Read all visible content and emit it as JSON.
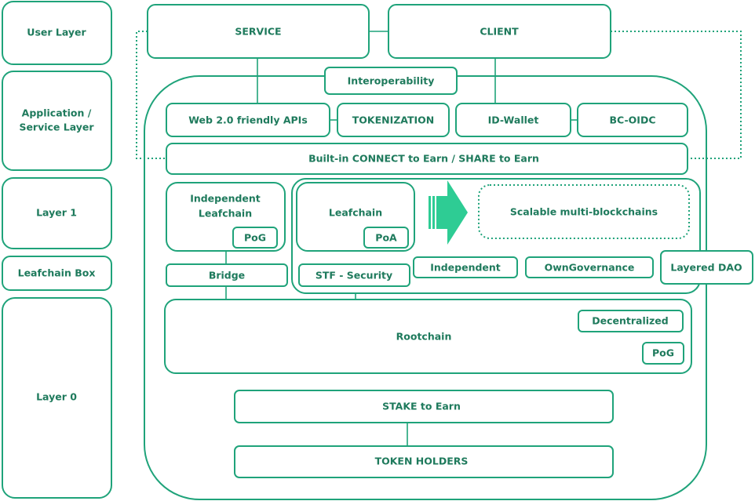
{
  "colors": {
    "stroke": "#1fa37a",
    "text": "#1e7a5c",
    "arrow": "#2ecc94"
  },
  "layers": {
    "user": "User Layer",
    "app_line1": "Application /",
    "app_line2": "Service Layer",
    "layer1": "Layer 1",
    "leafchain_box": "Leafchain Box",
    "layer0": "Layer 0"
  },
  "top": {
    "service": "SERVICE",
    "client": "CLIENT"
  },
  "interop": "Interoperability",
  "app": {
    "web2": "Web 2.0 friendly APIs",
    "tokenization": "TOKENIZATION",
    "idwallet": "ID-Wallet",
    "bcoidc": "BC-OIDC"
  },
  "builtin": "Built-in CONNECT to Earn  / SHARE to Earn",
  "independent_leafchain": {
    "line1": "Independent",
    "line2": "Leafchain",
    "badge": "PoG"
  },
  "leafchain": {
    "label": "Leafchain",
    "badge": "PoA"
  },
  "scalable": "Scalable multi-blockchains",
  "bridge": "Bridge",
  "stf": "STF - Security",
  "independent": "Independent",
  "own_governance": "OwnGovernance",
  "layered_dao": "Layered DAO",
  "rootchain": {
    "label": "Rootchain",
    "decentralized": "Decentralized",
    "badge": "PoG"
  },
  "stake": "STAKE to Earn",
  "token_holders": "TOKEN HOLDERS"
}
